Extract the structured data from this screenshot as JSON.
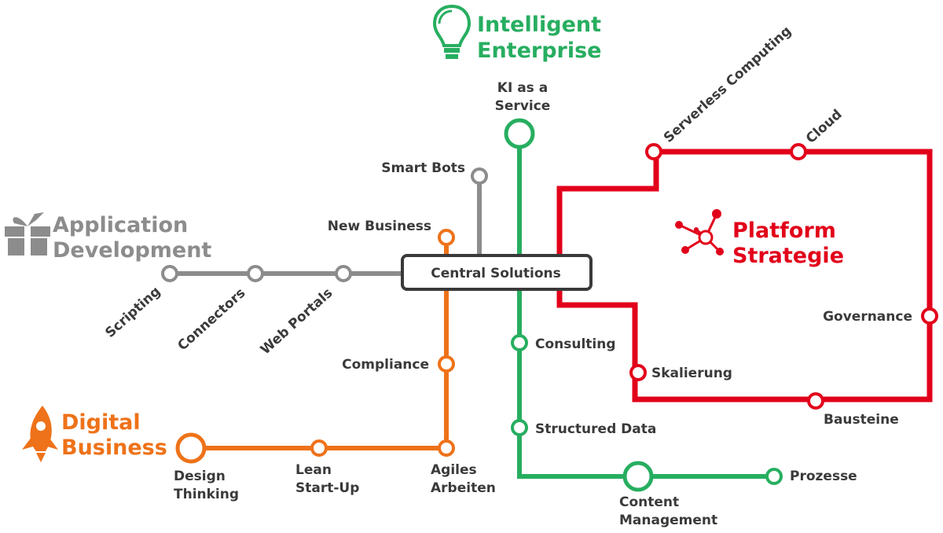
{
  "colors": {
    "grey": "#8c8c8c",
    "orange": "#ee7219",
    "green": "#27ae60",
    "red": "#e2001a",
    "text": "#3a3a3a"
  },
  "hub": {
    "label": "Central Solutions"
  },
  "lines": {
    "application_development": {
      "title_line1": "Application",
      "title_line2": "Development",
      "icon": "gift-box-icon",
      "stations": [
        "Scripting",
        "Connectors",
        "Web Portals"
      ]
    },
    "smart_bots": {
      "label": "Smart Bots"
    },
    "digital_business": {
      "title_line1": "Digital",
      "title_line2": "Business",
      "icon": "rocket-icon",
      "new_business": "New Business",
      "compliance": "Compliance",
      "design_thinking_1": "Design",
      "design_thinking_2": "Thinking",
      "lean_1": "Lean",
      "lean_2": "Start-Up",
      "agiles_1": "Agiles",
      "agiles_2": "Arbeiten"
    },
    "intelligent_enterprise": {
      "title_line1": "Intelligent",
      "title_line2": "Enterprise",
      "icon": "light-bulb-icon",
      "ki_1": "KI as a",
      "ki_2": "Service",
      "consulting": "Consulting",
      "structured_data": "Structured Data",
      "content_1": "Content",
      "content_2": "Management",
      "prozesse": "Prozesse"
    },
    "platform_strategie": {
      "title_line1": "Platform",
      "title_line2": "Strategie",
      "icon": "network-nodes-icon",
      "serverless": "Serverless Computing",
      "cloud": "Cloud",
      "governance": "Governance",
      "skalierung": "Skalierung",
      "bausteine": "Bausteine"
    }
  }
}
